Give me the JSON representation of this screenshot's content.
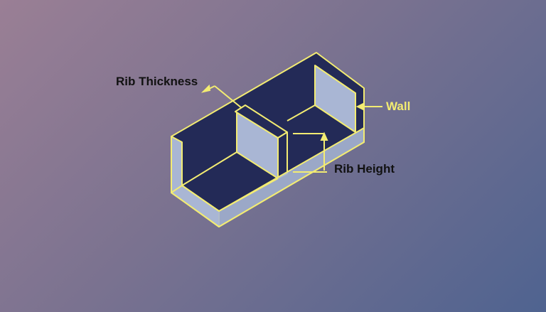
{
  "labels": {
    "rib_thickness": "Rib Thickness",
    "wall": "Wall",
    "rib_height": "Rib Height"
  },
  "colors": {
    "background_start": "#9a7f95",
    "background_end": "#4f6390",
    "outline": "#f3ec72",
    "dark_face": "#232a57",
    "light_face": "#a9b6d4",
    "text_dark": "#111111",
    "text_accent": "#f3ec72"
  }
}
